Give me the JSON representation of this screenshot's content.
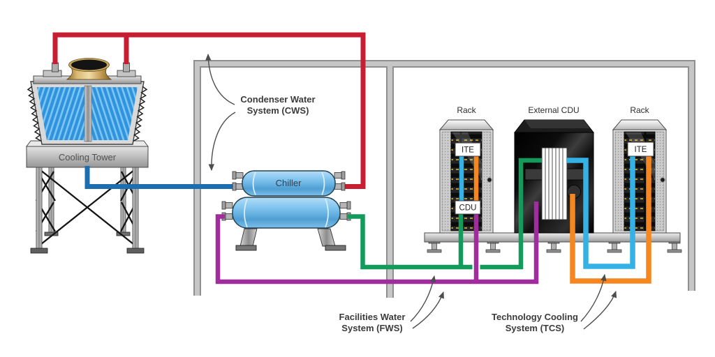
{
  "equipment": {
    "cooling_tower": {
      "label": "Cooling Tower"
    },
    "chiller": {
      "label": "Chiller"
    },
    "rack_left": {
      "label": "Rack",
      "ite": "ITE",
      "cdu": "CDU"
    },
    "external_cdu": {
      "label": "External CDU"
    },
    "rack_right": {
      "label": "Rack",
      "ite": "ITE"
    }
  },
  "systems": {
    "cws": {
      "name": "Condenser Water System (CWS)",
      "label_line1": "Condenser Water",
      "label_line2": "System (CWS)",
      "supply_color": "#c71e31",
      "return_color": "#1b6fb0"
    },
    "fws": {
      "name": "Facilities Water System (FWS)",
      "label_line1": "Facilities Water",
      "label_line2": "System (FWS)",
      "supply_color": "#129b5b",
      "return_color": "#a02c9e"
    },
    "tcs": {
      "name": "Technology Cooling System (TCS)",
      "label_line1": "Technology Cooling",
      "label_line2": "System (TCS)",
      "supply_color": "#35b2e5",
      "return_color": "#f6861f"
    }
  },
  "colors": {
    "wall_outline": "#8f8f8f",
    "wall_fill": "#c6c6c6",
    "annotation_text": "#3b3b3b",
    "background": "#ffffff"
  }
}
